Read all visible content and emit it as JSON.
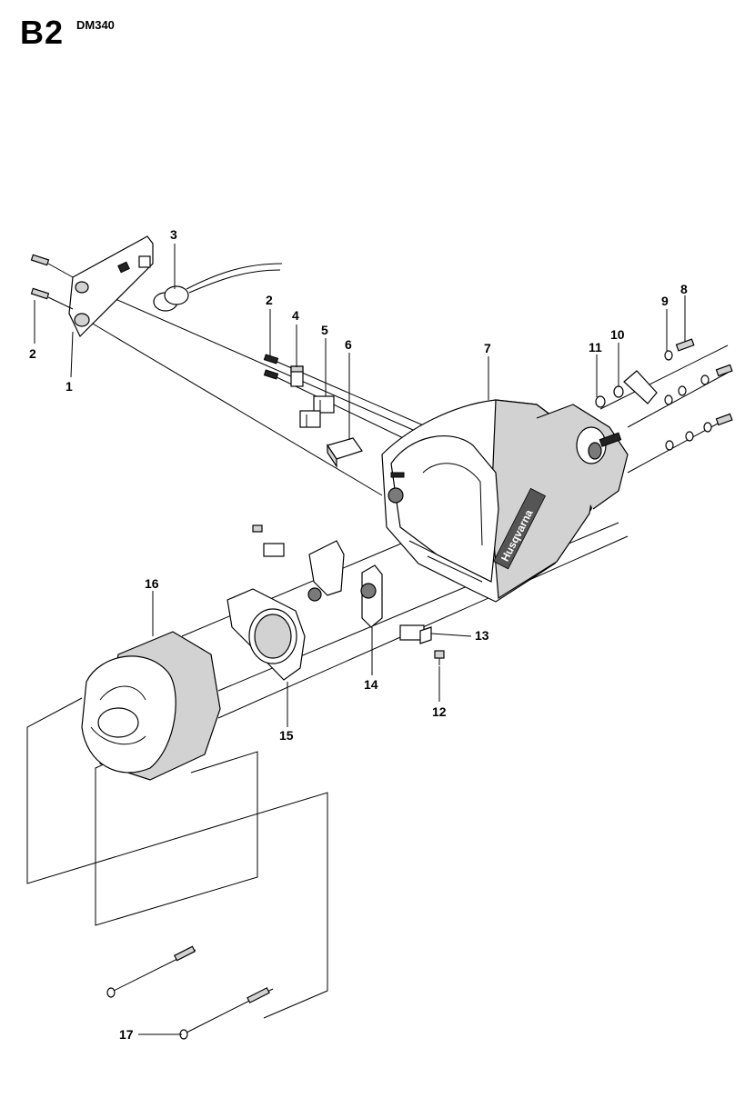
{
  "header": {
    "page_code": "B2",
    "model": "DM340"
  },
  "brand": {
    "logo_text": "Husqvarna"
  },
  "callouts": [
    "1",
    "2",
    "2",
    "3",
    "4",
    "5",
    "6",
    "7",
    "8",
    "9",
    "10",
    "11",
    "12",
    "13",
    "14",
    "15",
    "16",
    "17"
  ],
  "colors": {
    "line": "#000000",
    "housing": "#d2d2d2",
    "background": "#ffffff"
  }
}
